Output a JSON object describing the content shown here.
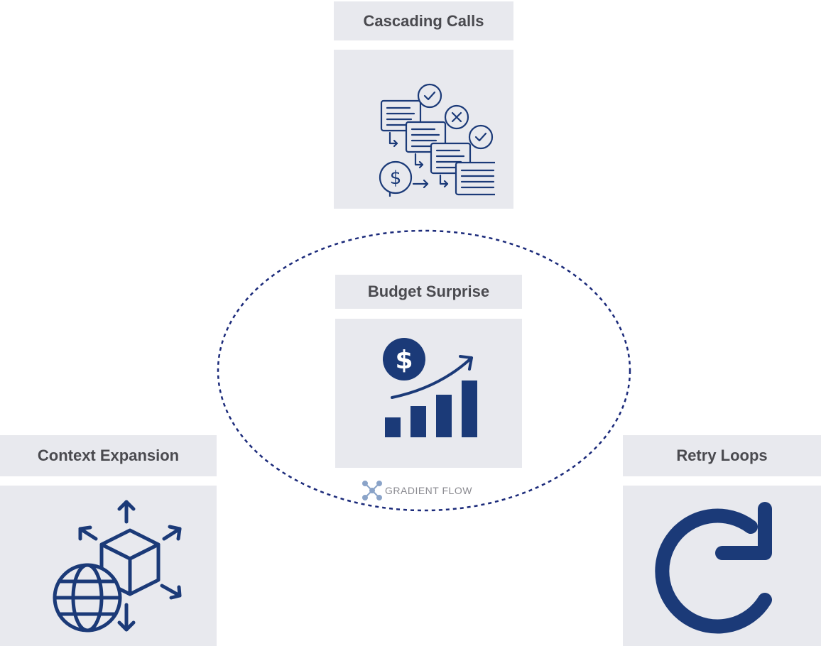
{
  "nodes": {
    "cascading_calls": {
      "label": "Cascading Calls",
      "icon": "cascading-calls-icon"
    },
    "budget_surprise": {
      "label": "Budget Surprise",
      "icon": "rising-cost-chart-icon"
    },
    "context_expansion": {
      "label": "Context Expansion",
      "icon": "globe-box-expansion-icon"
    },
    "retry_loops": {
      "label": "Retry Loops",
      "icon": "retry-arrow-icon"
    }
  },
  "watermark": {
    "text": "GRADIENT FLOW",
    "icon": "gradient-flow-logo"
  },
  "colors": {
    "icon": "#1b3a78",
    "tile": "#e8e9ee",
    "label_text": "#4a4a4f",
    "ellipse": "#1b2a7a"
  }
}
